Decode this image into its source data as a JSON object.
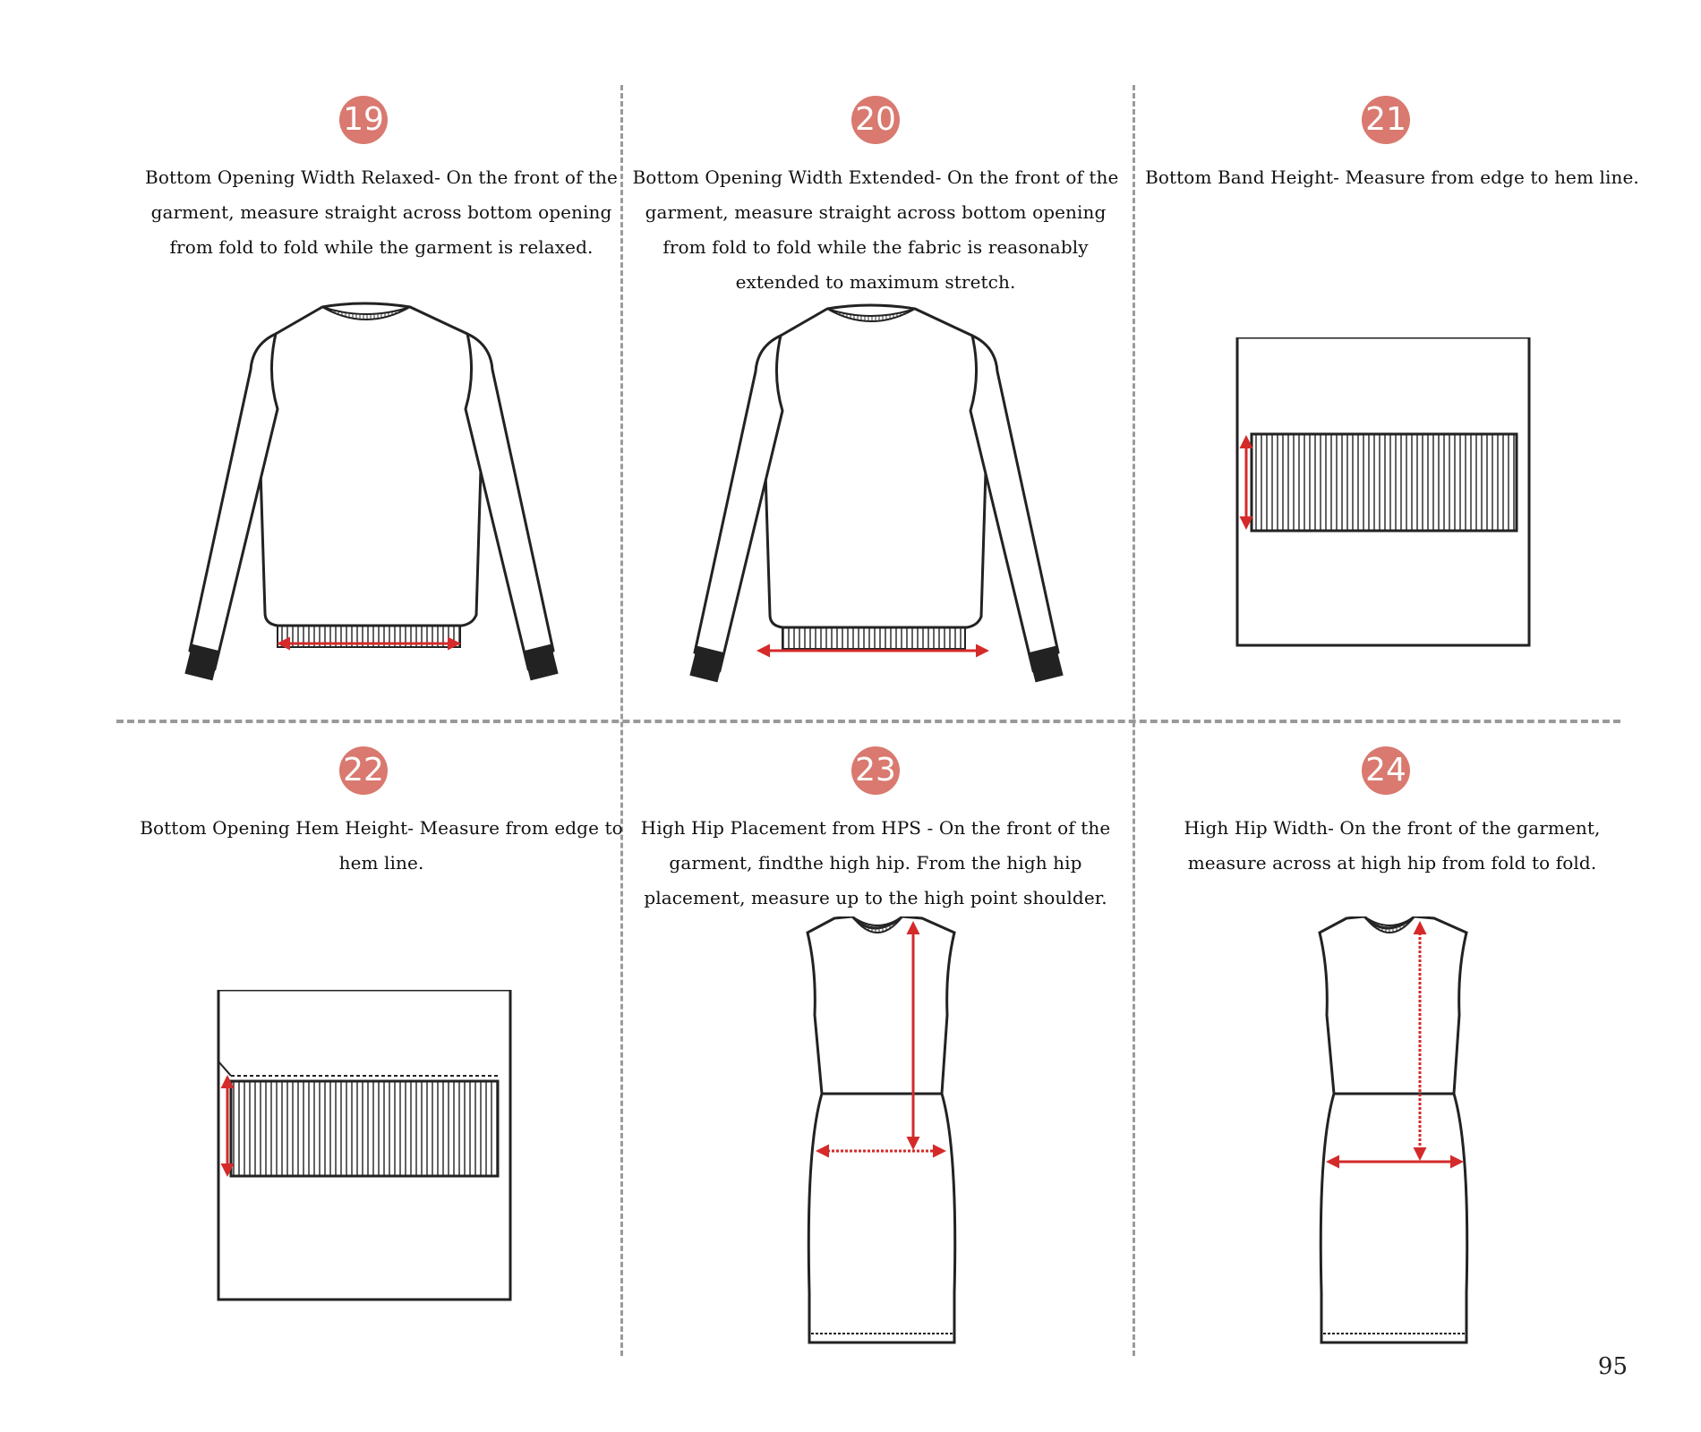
{
  "page_number": "95",
  "colors": {
    "badge": "#d9796f",
    "arrow": "#d42a2a",
    "line": "#222222",
    "divider": "#9a9a9a"
  },
  "items": [
    {
      "number": "19",
      "text": "Bottom Opening Width Relaxed- On the front of the garment, measure straight across bottom opening from fold to fold while the garment is relaxed.",
      "illustration": "sweater-icon"
    },
    {
      "number": "20",
      "text": "Bottom Opening Width Extended- On the front of the garment, measure straight across bottom opening from fold to fold while the fabric is reasonably extended to maximum stretch.",
      "illustration": "sweater-icon"
    },
    {
      "number": "21",
      "text": "Bottom Band Height- Measure from edge to hem line.",
      "illustration": "rib-band-icon"
    },
    {
      "number": "22",
      "text": "Bottom Opening Hem Height- Measure from edge to hem line.",
      "illustration": "rib-band-icon"
    },
    {
      "number": "23",
      "text": "High Hip Placement from HPS - On the front of the garment, findthe high hip. From the high hip placement, measure up to the high point shoulder.",
      "illustration": "dress-icon"
    },
    {
      "number": "24",
      "text": "High Hip Width- On the front of the garment, measure across at high hip from fold to fold.",
      "illustration": "dress-icon"
    }
  ]
}
